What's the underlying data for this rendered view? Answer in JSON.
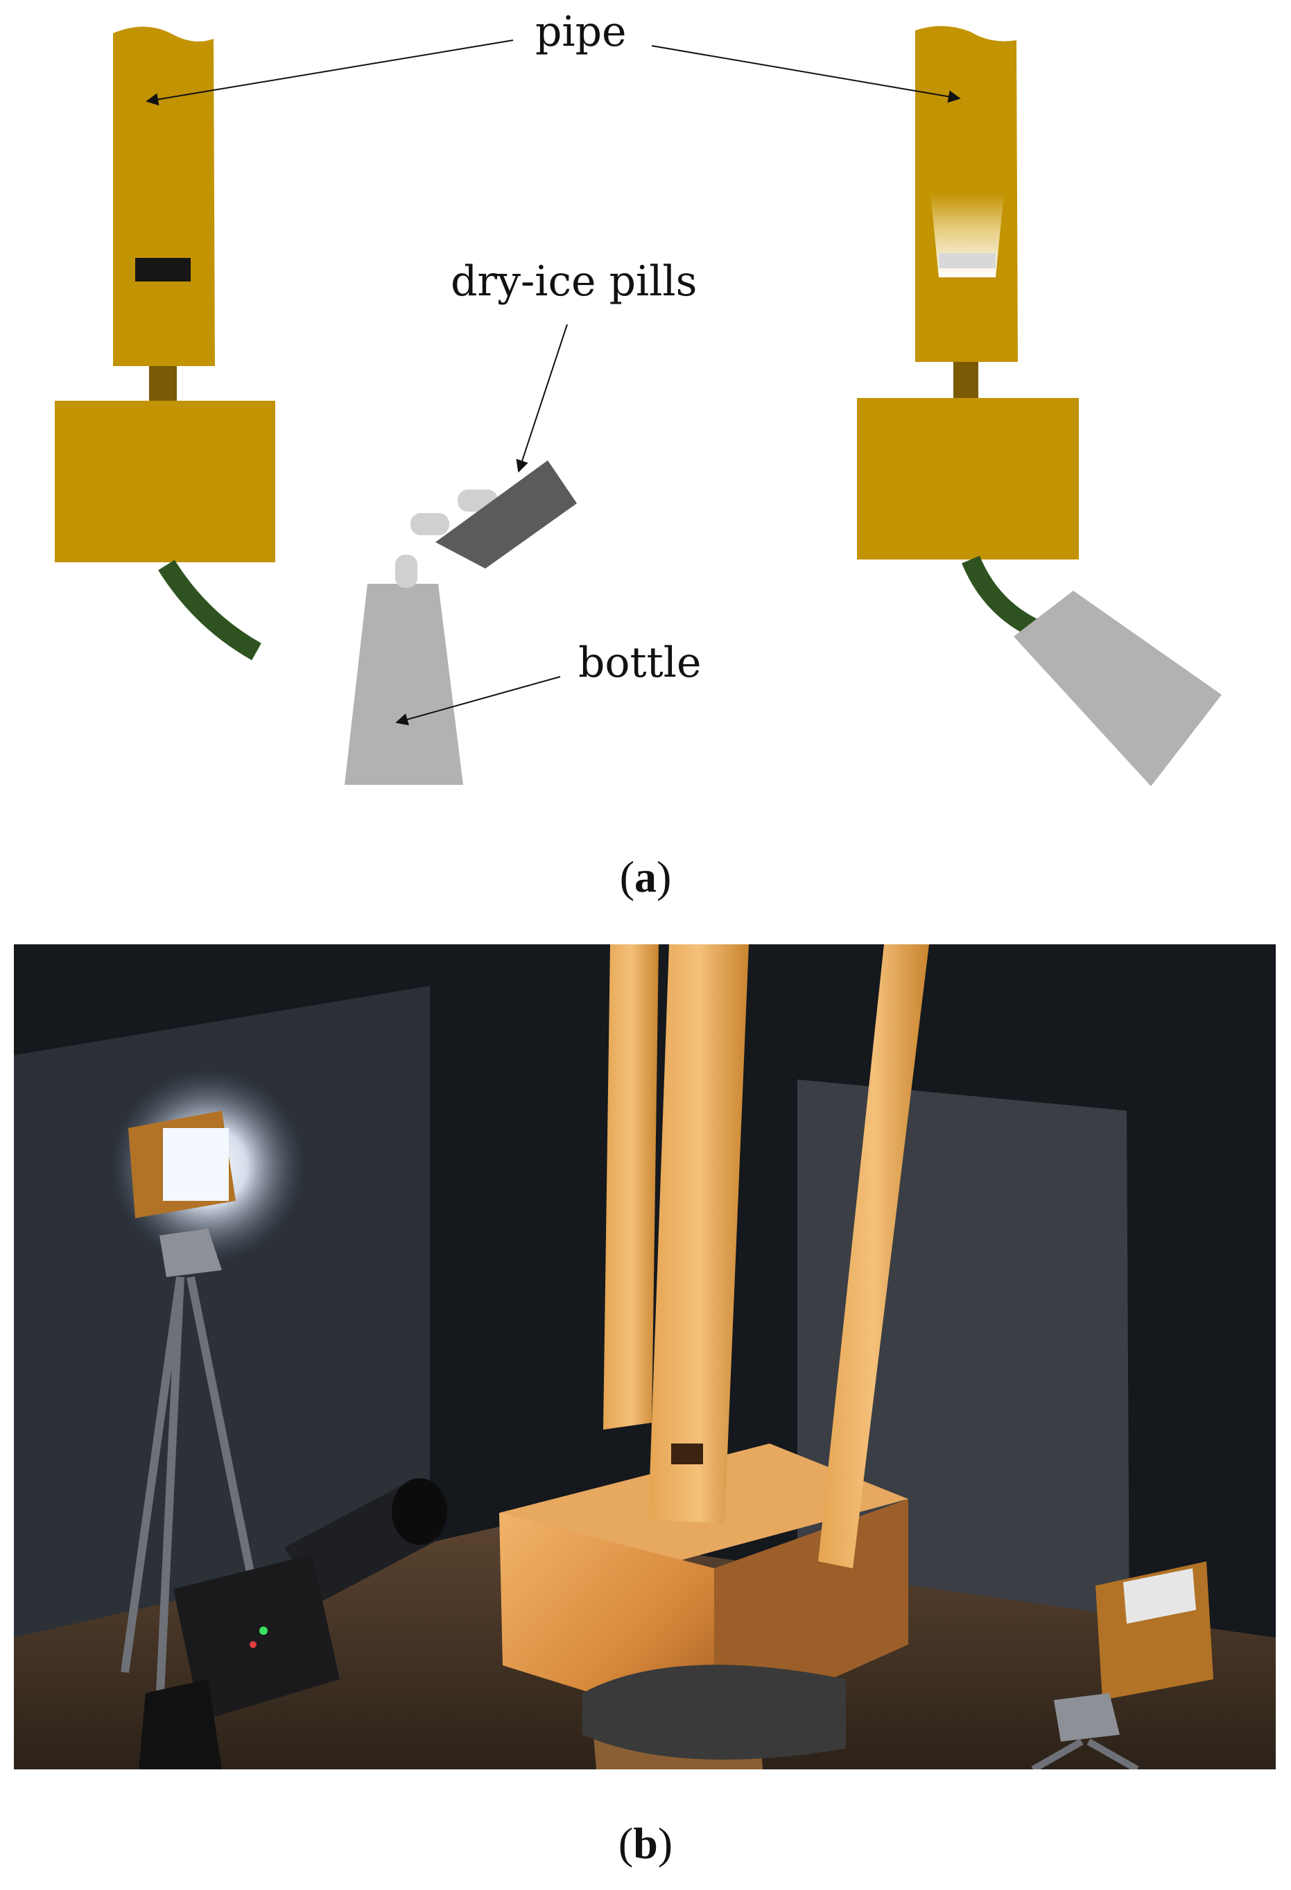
{
  "panel_a": {
    "labels": {
      "pipe": "pipe",
      "pills": "dry-ice pills",
      "bottle": "bottle"
    },
    "caption_open": "(",
    "caption_letter": "a",
    "caption_close": ")"
  },
  "panel_b": {
    "caption_open": "(",
    "caption_letter": "b",
    "caption_close": ")"
  },
  "colors": {
    "wood": "#c29303",
    "stem": "#7a5a05",
    "hose": "#2e5320",
    "bottle": "#b3b1b1",
    "pill_holder": "#5b5b5b",
    "pill": "#d0d0d0",
    "slot": "#161616"
  }
}
